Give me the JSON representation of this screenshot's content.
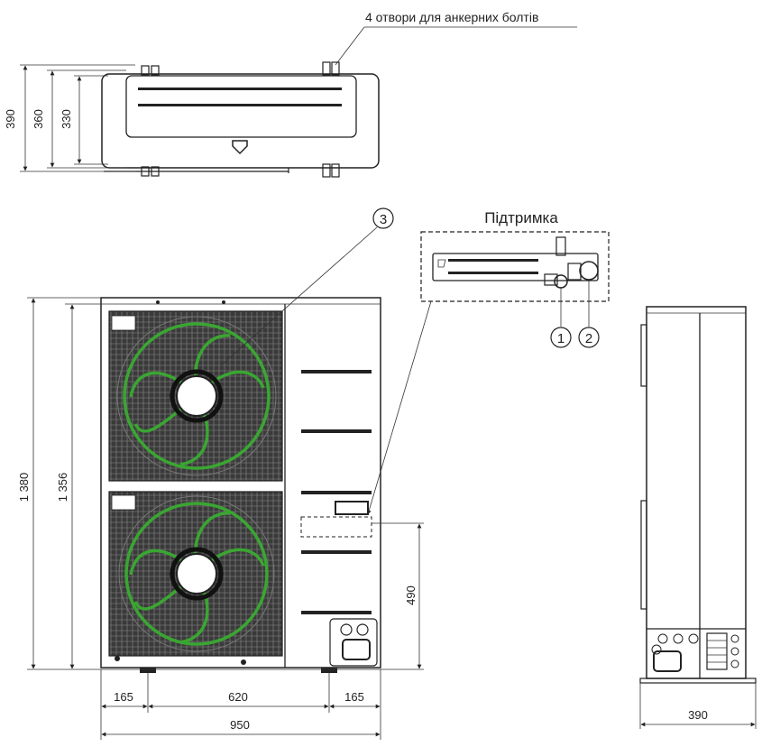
{
  "annotations": {
    "anchor_holes": "4 отвори для анкерних болтів",
    "support": "Підтримка"
  },
  "callouts": [
    "3",
    "1",
    "2"
  ],
  "dimensions": {
    "top_view_heights": [
      "390",
      "360",
      "330"
    ],
    "front_height_total": "1 380",
    "front_height_body": "1 356",
    "support_height": "490",
    "feet_offset_left": "165",
    "feet_spacing": "620",
    "feet_offset_right": "165",
    "total_width": "950",
    "side_depth": "390"
  },
  "colors": {
    "line": "#222222",
    "fan_blade": "#3aa632",
    "grille": "#2b2b2b"
  }
}
